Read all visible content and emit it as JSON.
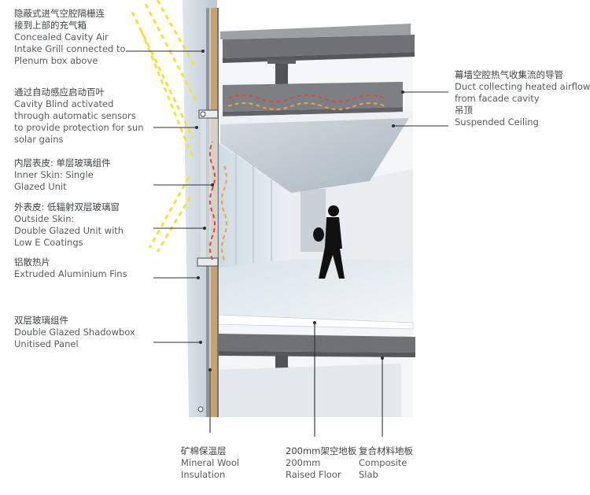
{
  "labels": {
    "intake_zh": "隐蔽式进气空腔隔栅连",
    "intake_zh2": "接到上部的充气箱",
    "intake_en1": "Concealed Cavity Air",
    "intake_en2": "Intake Grill connected to",
    "intake_en3": "Plenum box above",
    "blind_zh": "通过自动感应启动百叶",
    "blind_en1": "Cavity Blind activated",
    "blind_en2": "through automatic sensors",
    "blind_en3": "to provide protection for sun",
    "blind_en4": "solar gains",
    "inner_zh": "内层表皮: 单层玻璃组件",
    "inner_en1": "Inner Skin: Single",
    "inner_en2": "Glazed Unit",
    "outer_zh": "外表皮: 低辐射双层玻璃窗",
    "outer_en1": "Outside Skin:",
    "outer_en2": "Double Glazed Unit with",
    "outer_en3": "Low E Coatings",
    "fins_zh": "铝散热片",
    "fins_en": "Extruded Aluminium Fins",
    "shadow_zh": "双层玻璃组件",
    "shadow_en1": "Double Glazed Shadowbox",
    "shadow_en2": "Unitised Panel",
    "duct_zh": "幕墙空腔热气收集流的导管",
    "duct_en1": "Duct collecting heated airflow",
    "duct_en2": "from facade cavity",
    "ceiling_zh": "吊顶",
    "ceiling_en": "Suspended Ceiling",
    "wool_zh": "矿棉保温层",
    "wool_en1": "Mineral Wool",
    "wool_en2": "Insulation",
    "raised_zh": "200mm架空地板",
    "raised_en1": "200mm",
    "raised_en2": "Raised Floor",
    "slab_zh": "复合材料地板",
    "slab_en1": "Composite",
    "slab_en2": "Slab"
  },
  "colors": {
    "sunlight": "#f2e23a",
    "airflow_red": "#d9463a",
    "airflow_orange": "#f0a13a",
    "slab": "#6f7275",
    "insulation": "#c9a26a"
  }
}
